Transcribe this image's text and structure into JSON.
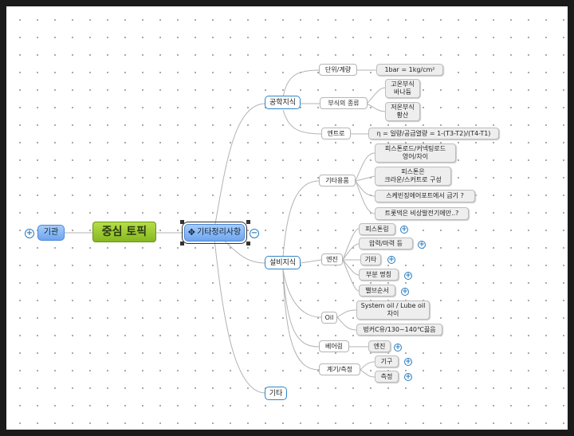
{
  "center": {
    "label": "중심 토픽"
  },
  "left": {
    "label": "기관"
  },
  "main": {
    "label": "기타정리사항"
  },
  "branches": {
    "engineering": {
      "label": "공학지식",
      "unit": {
        "label": "단위/계량",
        "item": "1bar = 1kg/cm²"
      },
      "corrosion": {
        "label": "부식의 종류",
        "items": [
          [
            "고온부식",
            "바나듐"
          ],
          [
            "저온부식",
            "황산"
          ]
        ]
      },
      "enthalpy": {
        "label": "엔트로",
        "item": "η = 일량/공급열량 = 1-(T3-T2)/(T4-T1)"
      }
    },
    "equipment": {
      "label": "설비지식",
      "other": {
        "label": "기타용품",
        "items": [
          [
            "피스톤로드/커넥팅로드",
            "영어/차이"
          ],
          [
            "피스톤은",
            "크라운/스커트로 구성"
          ],
          [
            "스케빈징에어포트에서 급기 ?"
          ],
          [
            "트롯댁은 비상발전기에만..?"
          ]
        ]
      },
      "engine": {
        "label": "엔진",
        "items": [
          "피스톤링",
          "압력/마력 등",
          "기타",
          "부분 명칭",
          "밸브순서"
        ]
      },
      "oil": {
        "label": "Oil",
        "items": [
          [
            "System oil / Lube oil",
            "차이"
          ],
          [
            "벙커C유/130~140℃끓음"
          ]
        ]
      },
      "bearing": {
        "label": "베어링",
        "item": "엔진"
      },
      "gauge": {
        "label": "계기/측정",
        "items": [
          "기구",
          "측정"
        ]
      }
    },
    "etc": {
      "label": "기타"
    }
  },
  "expander": {
    "plus": "+",
    "minus": "−"
  },
  "icons": {
    "move": "✥"
  }
}
